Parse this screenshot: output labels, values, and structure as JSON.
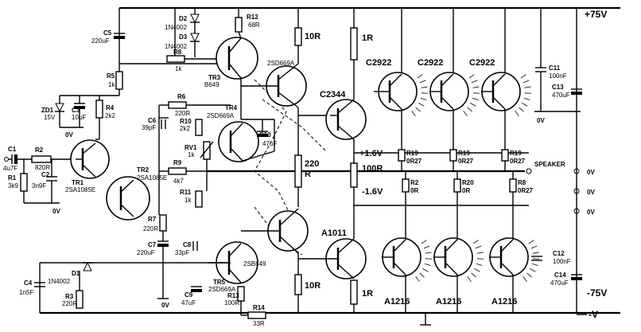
{
  "rails": {
    "pos": "+75V",
    "neg": "-75V",
    "minus_v": "-V",
    "plus_16": "+1.6V",
    "minus_16": "-1.6V",
    "zero_v": "0V",
    "zero_v2": "0V",
    "zero_v3": "0V",
    "zero_v4": "0V",
    "zero_v5": "0V",
    "zero_v6": "0V",
    "zero_v7": "0V",
    "speaker": "SPEAKER"
  },
  "input": {
    "c1_ref": "C1",
    "c1_val": "4u7F",
    "r1_ref": "R1",
    "r1_val": "3k9",
    "r2_ref": "R2",
    "r2_val": "820R",
    "c2_ref": "C2",
    "c2_val": "3n9F"
  },
  "diff_pair": {
    "tr1_ref": "TR1",
    "tr1_type": "2SA1085E",
    "tr2_ref": "TR2",
    "tr2_type": "2SA1085E"
  },
  "upper_left": {
    "c5_ref": "C5",
    "c5_val": "220uF",
    "r5_ref": "R5",
    "r5_val": "1k",
    "zd1_ref": "ZD1",
    "zd1_val": "15V",
    "c3_ref": "C3",
    "c3_val": "10uF",
    "r4_ref": "R4",
    "r4_val": "2k2",
    "d2_ref": "D2",
    "d2_val": "1N4002",
    "d3_ref": "D3",
    "d3_val": "1N4002",
    "r8_ref": "R8",
    "r8_val": "1k",
    "r12_ref": "R12",
    "r12_val": "68R",
    "tr3_ref": "TR3",
    "tr3_type": "B649"
  },
  "vas": {
    "r6_ref": "R6",
    "r6_val": "220R",
    "c6_ref": "C6",
    "c6_val": "39pF",
    "r10_ref": "R10",
    "r10_val": "2k2",
    "tr4_ref": "TR4",
    "tr4_type": "2SD669A",
    "c10_ref": "C10",
    "c10_val": "47uF",
    "rv1_ref": "RV1",
    "rv1_val": "1k",
    "r9_ref": "R9",
    "r9_val": "4k7",
    "r11_ref": "R11",
    "r11_val": "1k",
    "r7_ref": "R7",
    "r7_val": "220R",
    "c7_ref": "C7",
    "c7_val": "220uF",
    "c8_ref": "C8",
    "c8_val": "33pF",
    "tr5_ref": "TR5",
    "tr5_type": "2SD669A",
    "c9_ref": "C9",
    "c9_val": "47uF",
    "r13_ref": "R13",
    "r13_val": "100R",
    "r14_ref": "R14",
    "r14_val": "33R",
    "d1_ref": "D1",
    "d1_val": "1N4002",
    "c4_ref": "C4",
    "c4_val": "1n5F",
    "r3_ref": "R3",
    "r3_val": "220R"
  },
  "drivers": {
    "top_driver": "2SD669A",
    "bottom_driver": "2SB649",
    "r_top": "10R",
    "r_mid": "220",
    "r_mid2": "R",
    "r_bot": "10R",
    "c2344": "C2344",
    "a1011": "A1011",
    "r_1r_top": "1R",
    "r_1r_bot": "1R",
    "r_100r": "100R"
  },
  "outputs": {
    "npn": [
      "C2922",
      "C2922",
      "C2922"
    ],
    "pnp": [
      "A1216",
      "A1216",
      "A1216"
    ],
    "r19_refs": [
      "R19",
      "R19",
      "R19"
    ],
    "r19_vals": [
      "0R27",
      "0R27",
      "0R27"
    ],
    "r2_ref": "R2",
    "r2_val": "0R",
    "r20_ref": "R20",
    "r20_val": "0R",
    "r8b_ref": "R8",
    "r8b_val": "0R27",
    "c11_ref": "C11",
    "c11_val": "100nF",
    "c13_ref": "C13",
    "c13_val": "470uF",
    "c12_ref": "C12",
    "c12_val": "100nF",
    "c14_ref": "C14",
    "c14_val": "470uF"
  }
}
